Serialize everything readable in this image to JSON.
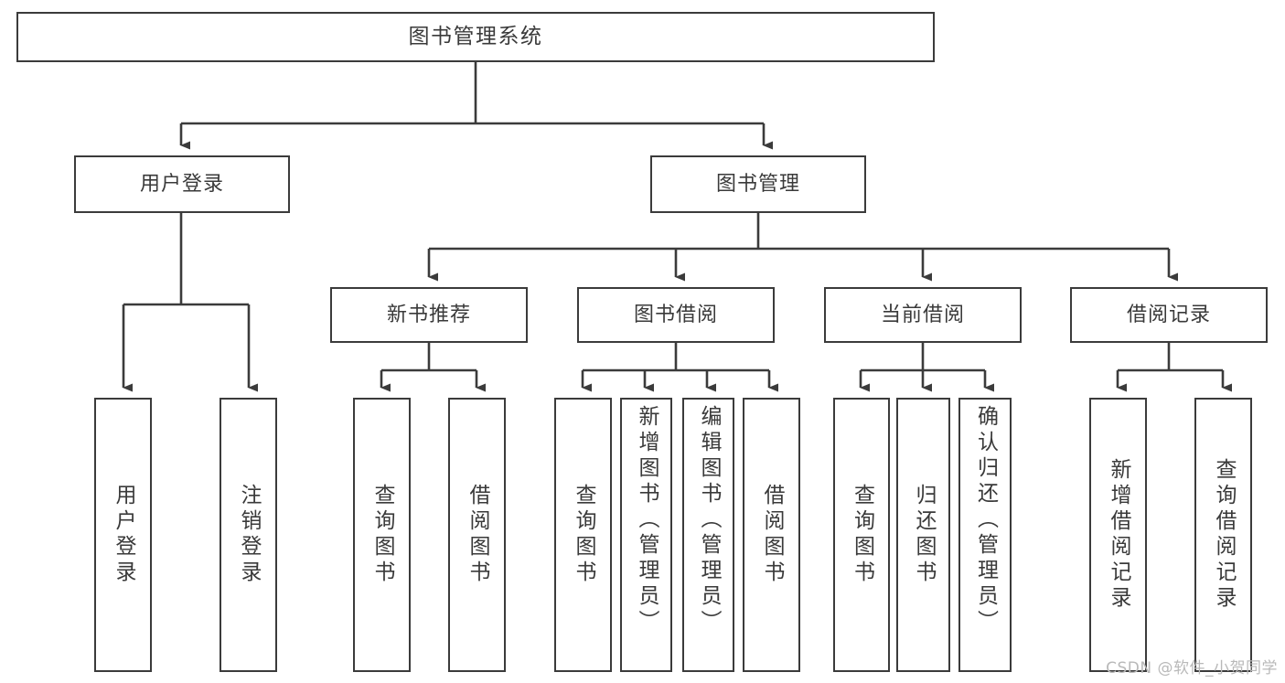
{
  "diagram": {
    "title": "图书管理系统",
    "type": "功能结构图",
    "watermark": "CSDN @软件_小贺同学",
    "colors": {
      "stroke": "#3b3b3b",
      "text": "#3a3a3a",
      "background": "#ffffff",
      "watermark": "#b9b9b9"
    },
    "nodes": {
      "root": {
        "label": "图书管理系统"
      },
      "level2": [
        {
          "id": "user-login",
          "label": "用户登录"
        },
        {
          "id": "book-manage",
          "label": "图书管理"
        }
      ],
      "level3": [
        {
          "id": "new-book-recommend",
          "label": "新书推荐"
        },
        {
          "id": "book-borrow",
          "label": "图书借阅"
        },
        {
          "id": "current-borrow",
          "label": "当前借阅"
        },
        {
          "id": "borrow-record",
          "label": "借阅记录"
        }
      ],
      "leaves": [
        {
          "id": "leaf-user-login",
          "label": "用户登录",
          "parent": "user-login"
        },
        {
          "id": "leaf-logout-login",
          "label": "注销登录",
          "parent": "user-login"
        },
        {
          "id": "leaf-query-book-1",
          "label": "查询图书",
          "parent": "new-book-recommend"
        },
        {
          "id": "leaf-borrow-book-1",
          "label": "借阅图书",
          "parent": "new-book-recommend"
        },
        {
          "id": "leaf-query-book-2",
          "label": "查询图书",
          "parent": "book-borrow"
        },
        {
          "id": "leaf-add-book",
          "label": "新增图书（管理员）",
          "parent": "book-borrow"
        },
        {
          "id": "leaf-edit-book",
          "label": "编辑图书（管理员）",
          "parent": "book-borrow"
        },
        {
          "id": "leaf-borrow-book-2",
          "label": "借阅图书",
          "parent": "book-borrow"
        },
        {
          "id": "leaf-query-book-3",
          "label": "查询图书",
          "parent": "current-borrow"
        },
        {
          "id": "leaf-return-book",
          "label": "归还图书",
          "parent": "current-borrow"
        },
        {
          "id": "leaf-confirm-return",
          "label": "确认归还（管理员）",
          "parent": "current-borrow"
        },
        {
          "id": "leaf-add-record",
          "label": "新增借阅记录",
          "parent": "borrow-record"
        },
        {
          "id": "leaf-query-record",
          "label": "查询借阅记录",
          "parent": "borrow-record"
        }
      ]
    }
  }
}
